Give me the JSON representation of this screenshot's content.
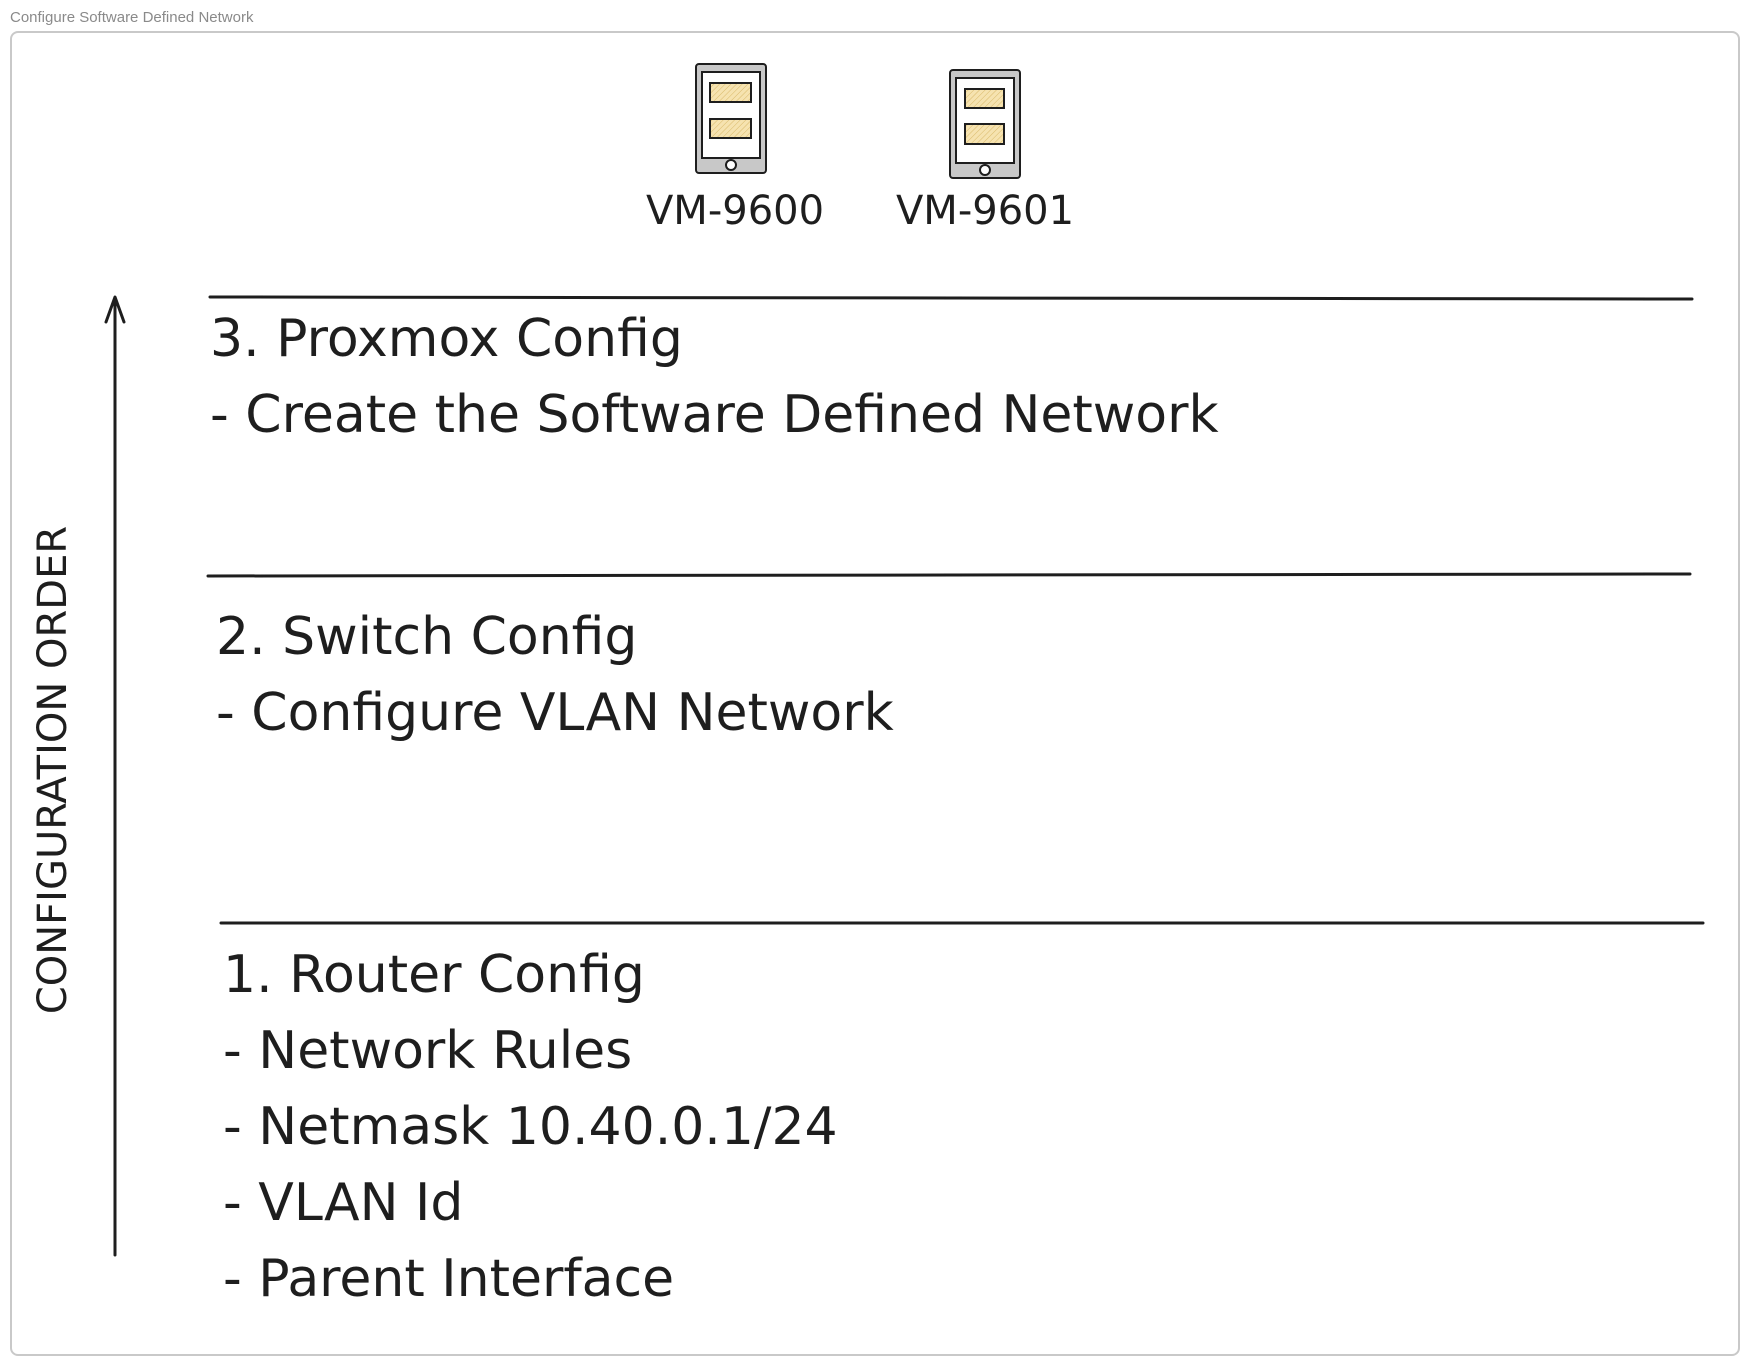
{
  "frame": {
    "title": "Configure Software Defined Network"
  },
  "vms": [
    {
      "label": "VM-9600"
    },
    {
      "label": "VM-9601"
    }
  ],
  "order_axis": {
    "label": "CONFIGURATION ORDER"
  },
  "layers": [
    {
      "heading": "3. Proxmox Config",
      "items": [
        "- Create the Software Defined Network"
      ]
    },
    {
      "heading": "2. Switch Config",
      "items": [
        "- Configure VLAN Network"
      ]
    },
    {
      "heading": "1. Router Config",
      "items": [
        "- Network Rules",
        "- Netmask 10.40.0.1/24",
        "- VLAN Id",
        "- Parent Interface"
      ]
    }
  ],
  "colors": {
    "stroke": "#1e1e1e",
    "device_body": "#c8c8c8",
    "device_screen": "#ffffff",
    "device_slot_fill": "#f6e3b0",
    "frame_border": "#c9c9c9"
  },
  "icons": [
    "tablet-server-icon",
    "up-arrow-icon"
  ]
}
